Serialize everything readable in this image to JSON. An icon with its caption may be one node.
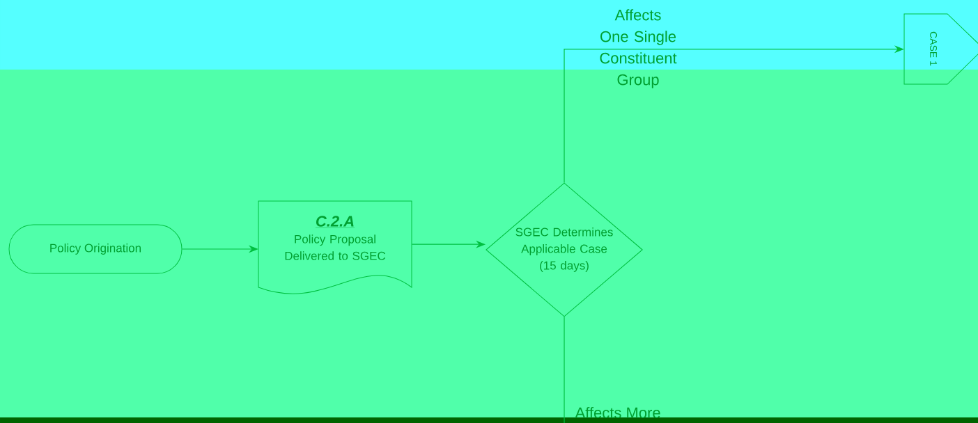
{
  "diagram": {
    "nodes": [
      {
        "text": [
          "Policy Origination"
        ]
      },
      {
        "text": [
          "C.2.A",
          "Policy Proposal Delivered to SGEC"
        ]
      },
      {
        "text": [
          "SGEC Determines Applicable Case (15 days)"
        ]
      },
      {
        "text": [
          "CASE 1"
        ]
      }
    ],
    "edges": [
      {
        "from": 0,
        "to": 1,
        "arrow": "to"
      },
      {
        "from": 1,
        "to": 2,
        "arrow": "to"
      },
      {
        "from": 2,
        "to": 3,
        "arrow": "to",
        "label": "Affects One Single Constituent Group"
      },
      {
        "from": 2,
        "to": null,
        "arrow": "none",
        "label": "Affects More"
      }
    ]
  }
}
